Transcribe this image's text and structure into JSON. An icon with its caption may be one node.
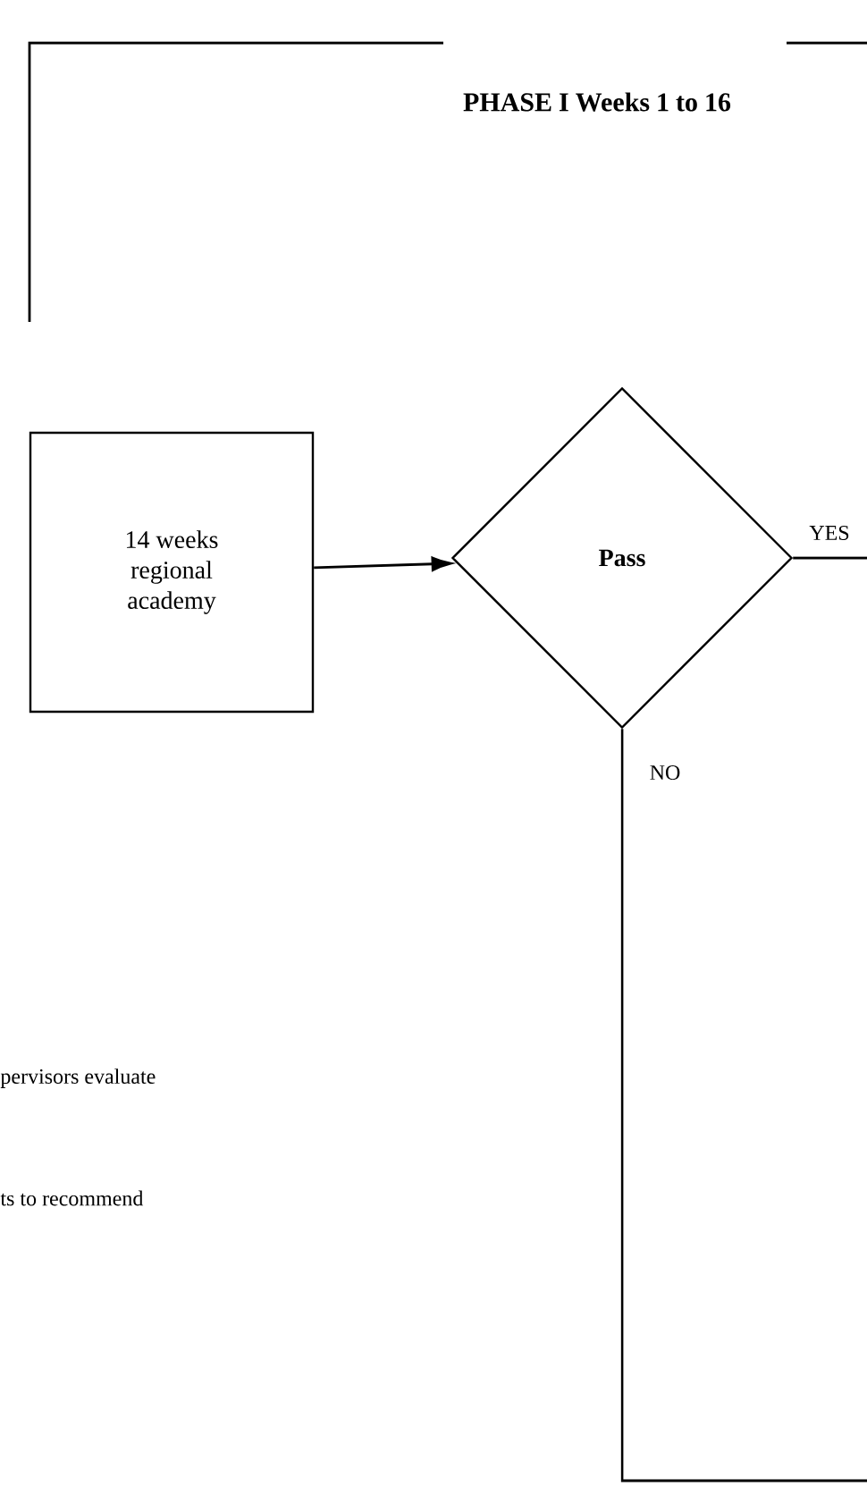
{
  "diagram": {
    "title": "PHASE I Weeks 1 to 16",
    "nodes": [
      {
        "text": [
          "14 weeks regional academy"
        ]
      },
      {
        "text": [
          "Pass"
        ]
      }
    ],
    "edges": [
      {
        "from": 0,
        "to": 1,
        "arrow": "to"
      },
      {
        "from": 1,
        "to": null,
        "arrow": "none",
        "label": "YES"
      },
      {
        "from": 1,
        "to": null,
        "arrow": "none",
        "label": "NO"
      }
    ],
    "labels": [
      "pervisors evaluate",
      "ts to recommend"
    ]
  }
}
